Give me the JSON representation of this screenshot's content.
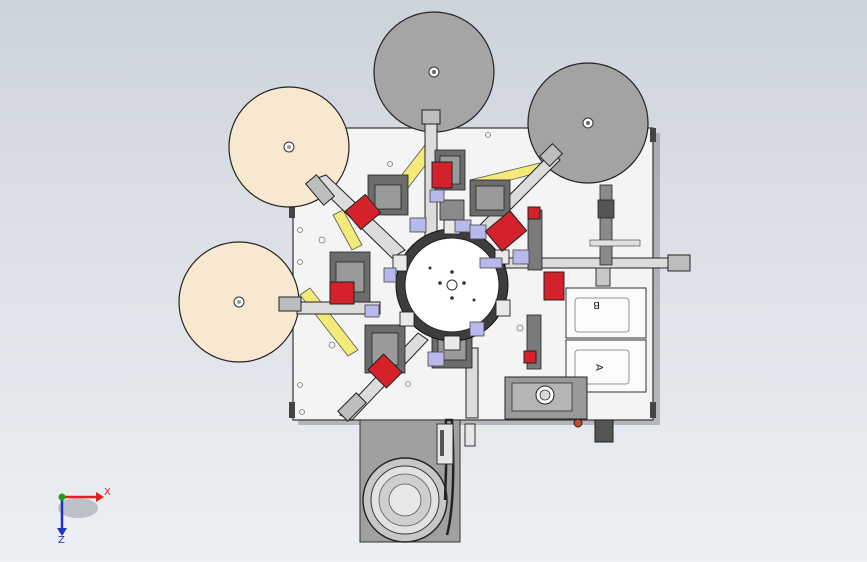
{
  "scene": {
    "background_top": "#cdd3db",
    "background_bottom": "#eceff3"
  },
  "machine": {
    "frame_color": "#f3f3f3",
    "reel_beige_color": "#f7e8cf",
    "reel_gray_color": "#a3a3a3",
    "motor_red_color": "#d4212a",
    "rail_yellow_color": "#f2eb7a",
    "accent_lavender_color": "#b8b8ec",
    "feeder_bowl_color": "#b8b8b8"
  },
  "plates": {
    "label_a": "A",
    "label_b": "B"
  },
  "triad": {
    "x_label": "X",
    "z_label": "Z",
    "x_color": "#e02020",
    "y_color": "#20a020",
    "z_color": "#2030c0"
  }
}
